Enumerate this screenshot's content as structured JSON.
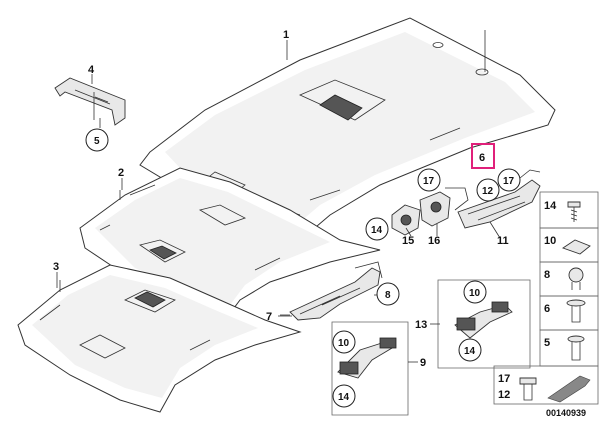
{
  "diagram": {
    "labels": {
      "p1": "1",
      "p2": "2",
      "p3": "3",
      "p4": "4",
      "p5": "5",
      "p6": "6",
      "p7": "7",
      "p8": "8",
      "p9": "9",
      "p10": "10",
      "p11": "11",
      "p12": "12",
      "p13": "13",
      "p14": "14",
      "p15": "15",
      "p16": "16",
      "p17": "17"
    },
    "bubbles": {
      "b5": "5",
      "b6": "6",
      "b17a": "17",
      "b17b": "17",
      "b12": "12",
      "b14": "14",
      "b10a": "10",
      "b14b": "14",
      "b10b": "10",
      "b14c": "14"
    },
    "legend": {
      "items": [
        "14",
        "10",
        "8",
        "6",
        "5"
      ],
      "bottom_top": "17",
      "bottom_bot": "12"
    },
    "code": "00140939",
    "highlight_color": "#e0207a"
  }
}
